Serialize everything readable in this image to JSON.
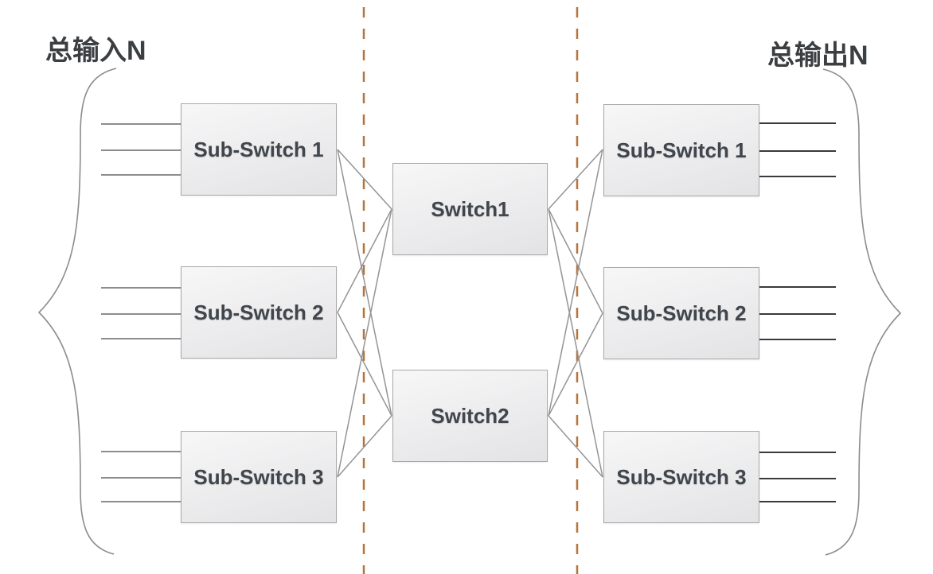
{
  "diagram": {
    "titles": {
      "input": "总输入N",
      "output": "总输出N"
    },
    "input_stage": [
      {
        "label": "Sub-Switch 1",
        "input_line_count": 3
      },
      {
        "label": "Sub-Switch 2",
        "input_line_count": 3
      },
      {
        "label": "Sub-Switch 3",
        "input_line_count": 3
      }
    ],
    "core_stage": [
      {
        "label": "Switch1"
      },
      {
        "label": "Switch2"
      }
    ],
    "output_stage": [
      {
        "label": "Sub-Switch 1",
        "output_line_count": 3
      },
      {
        "label": "Sub-Switch 2",
        "output_line_count": 3
      },
      {
        "label": "Sub-Switch 3",
        "output_line_count": 3
      }
    ],
    "colors": {
      "dashed_line": "#b5743c",
      "connector": "#949494",
      "input_line": "#7d7d7d",
      "output_line": "#3a3a3a",
      "box_border": "#a9a9a9",
      "box_fill_top": "#f7f7f8",
      "box_fill_bottom": "#e3e3e5",
      "text": "#40464c",
      "title_text": "#3b3f42",
      "brace": "#8c8c8c"
    }
  }
}
